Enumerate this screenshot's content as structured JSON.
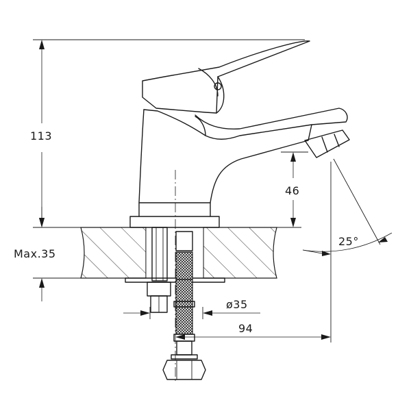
{
  "dimensions": {
    "height_total": "113",
    "max_thickness": "Max.35",
    "spout_height": "46",
    "spout_angle": "25°",
    "hole_diameter": "ø35",
    "spout_reach": "94"
  }
}
